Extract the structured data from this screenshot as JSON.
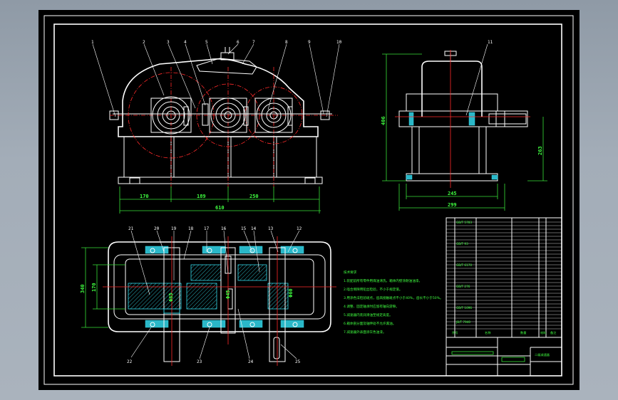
{
  "drawing": {
    "part_numbers_top": [
      "1",
      "2",
      "3",
      "4",
      "5",
      "6",
      "7",
      "8",
      "9",
      "10"
    ],
    "part_number_side": "11",
    "part_numbers_bottom_top": [
      "21",
      "20",
      "19",
      "18",
      "17",
      "16",
      "15",
      "14",
      "13",
      "12"
    ],
    "part_numbers_bottom_low": [
      "22",
      "23",
      "24",
      "25"
    ],
    "dimensions": {
      "front_spacing_1": "170",
      "front_spacing_2": "189",
      "front_spacing_3": "250",
      "front_overall": "610",
      "side_height": "406",
      "side_base_height": "263",
      "side_width_1": "245",
      "side_width_2": "299",
      "plan_height_1": "340",
      "plan_height_2": "170",
      "shaft_dia_1": "Φ65",
      "shaft_dia_2": "Φ45",
      "shaft_dia_3": "Φ60"
    },
    "notes": {
      "title": "技术要求",
      "lines": [
        "1.装配前所有零件用煤油清洗，箱体内壁涂耐油油漆。",
        "2.啮合侧隙用铅丝检验，不小于规定值。",
        "3.用涂色法检验斑点，齿高接触斑点不小于40%，齿长不小于50%。",
        "4.调整、固定轴承时应留有轴向游隙。",
        "5.减速器内装润滑油至规定高度。",
        "6.箱体剖分面及轴伸处不允许漏油。",
        "7.减速器外表面涂灰色油漆。"
      ]
    },
    "title_block": {
      "headers": [
        "序号",
        "名称",
        "数量",
        "材料",
        "备注"
      ],
      "drawing_title": "二级减速器",
      "row_labels": [
        "GB/T 5783",
        "GB/T 93",
        "GB/T 6170",
        "GB/T 276",
        "GB/T 1096",
        "JB/T 7940"
      ]
    }
  }
}
